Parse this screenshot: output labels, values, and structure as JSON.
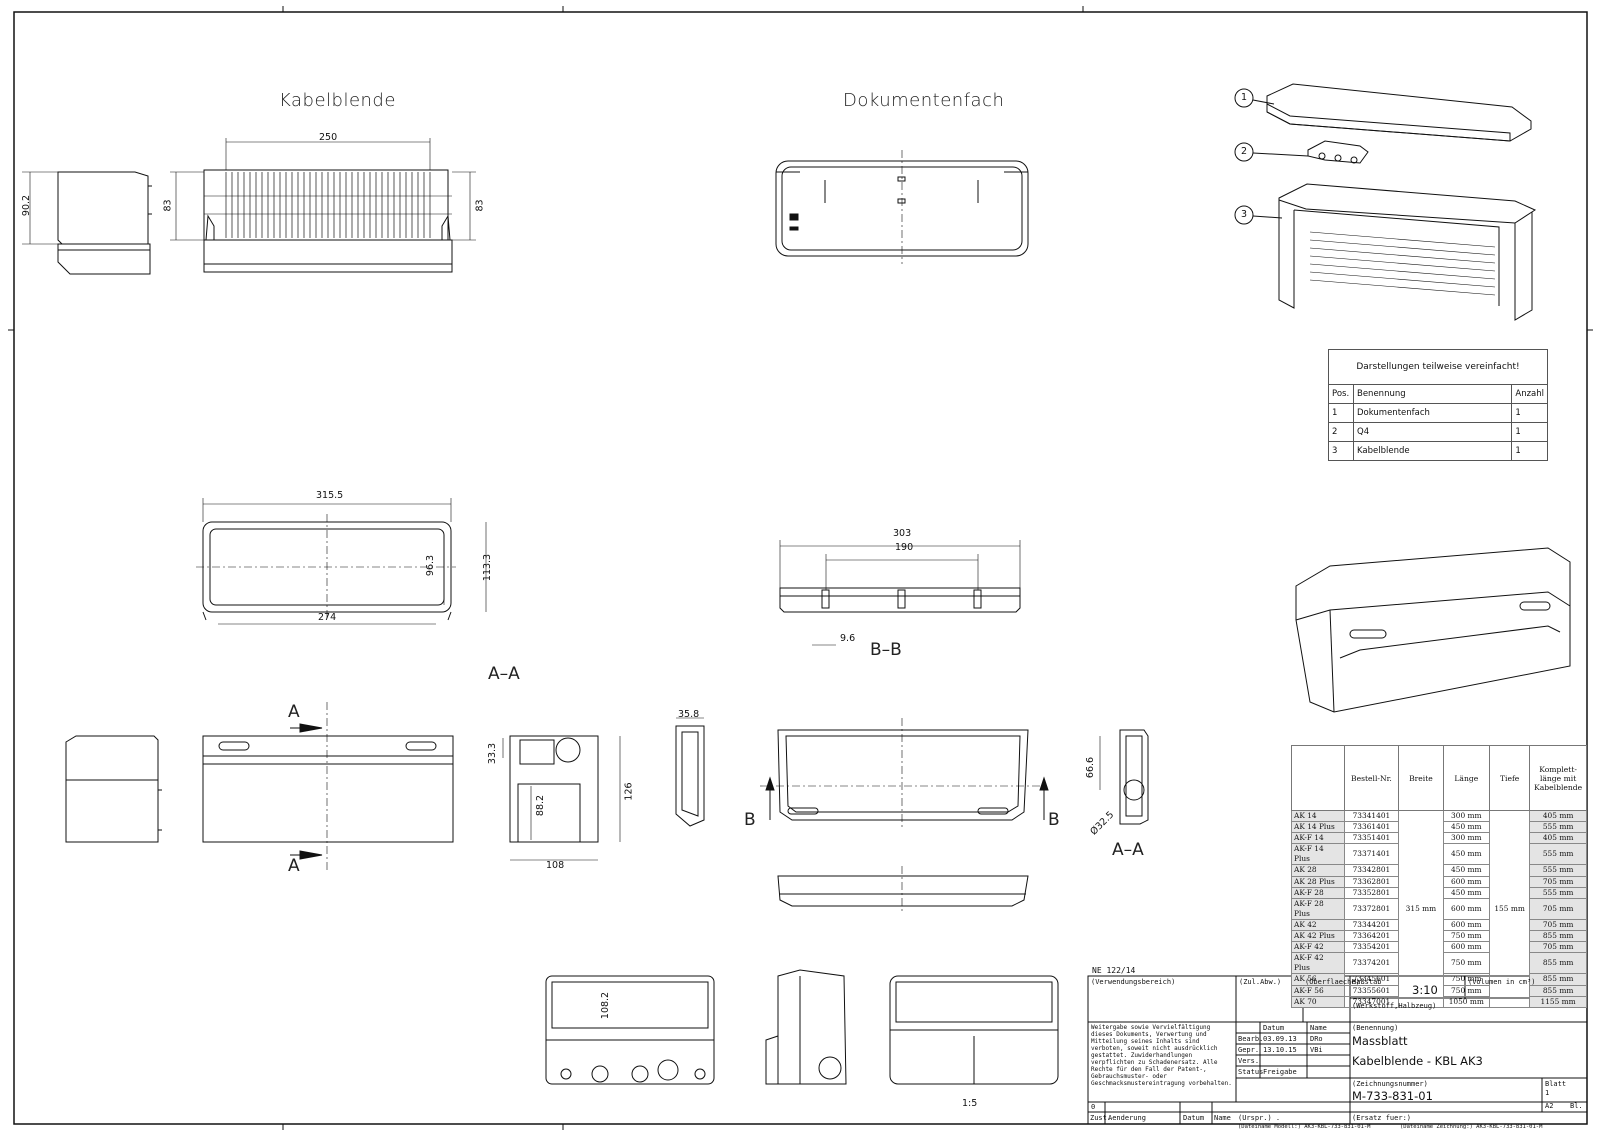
{
  "views": {
    "kabelblende_title": "Kabelblende",
    "dokumentenfach_title": "Dokumentenfach",
    "section_aa_1": "A–A",
    "section_aa_2": "A–A",
    "section_bb": "B–B",
    "arrow_a": "A",
    "arrow_b": "B",
    "scale_detail": "1:5"
  },
  "dimensions": {
    "d250": "250",
    "d90_2": "90.2",
    "d83a": "83",
    "d83b": "83",
    "d315_5": "315.5",
    "d274": "274",
    "d96_3": "96.3",
    "d113_3": "113.3",
    "d303": "303",
    "d190": "190",
    "d9_6": "9.6",
    "d35_8": "35.8",
    "d33_3": "33.3",
    "d88_2": "88.2",
    "d126": "126",
    "d108": "108",
    "d66_6": "66.6",
    "d32_5": "Ø32.5",
    "d108_2": "108.2"
  },
  "callouts": [
    "1",
    "2",
    "3"
  ],
  "parts_list": {
    "caption": "Darstellungen teilweise vereinfacht!",
    "headers": [
      "Pos.",
      "Benennung",
      "Anzahl"
    ],
    "rows": [
      [
        "1",
        "Dokumentenfach",
        "1"
      ],
      [
        "2",
        "Q4",
        "1"
      ],
      [
        "3",
        "Kabelblende",
        "1"
      ]
    ]
  },
  "variants_table": {
    "headers": [
      "",
      "Bestell-Nr.",
      "Breite",
      "Länge",
      "Tiefe",
      "Komplett-länge mit Kabelblende"
    ],
    "shared_breite": "315 mm",
    "shared_tiefe": "155 mm",
    "rows": [
      [
        "AK 14",
        "73341401",
        "300 mm",
        "405 mm"
      ],
      [
        "AK 14 Plus",
        "73361401",
        "450 mm",
        "555 mm"
      ],
      [
        "AK-F 14",
        "73351401",
        "300 mm",
        "405 mm"
      ],
      [
        "AK-F 14 Plus",
        "73371401",
        "450 mm",
        "555 mm"
      ],
      [
        "AK 28",
        "73342801",
        "450 mm",
        "555 mm"
      ],
      [
        "AK 28 Plus",
        "73362801",
        "600 mm",
        "705 mm"
      ],
      [
        "AK-F 28",
        "73352801",
        "450 mm",
        "555 mm"
      ],
      [
        "AK-F 28 Plus",
        "73372801",
        "600 mm",
        "705 mm"
      ],
      [
        "AK 42",
        "73344201",
        "600 mm",
        "705 mm"
      ],
      [
        "AK 42 Plus",
        "73364201",
        "750 mm",
        "855 mm"
      ],
      [
        "AK-F 42",
        "73354201",
        "600 mm",
        "705 mm"
      ],
      [
        "AK-F 42 Plus",
        "73374201",
        "750 mm",
        "855 mm"
      ],
      [
        "AK 56",
        "73345601",
        "750 mm",
        "855 mm"
      ],
      [
        "AK-F 56",
        "73355601",
        "750 mm",
        "855 mm"
      ],
      [
        "AK 70",
        "73347001",
        "1050 mm",
        "1155 mm"
      ]
    ]
  },
  "title_block": {
    "ne": "NE 122/14",
    "verwendungsbereich": "(Verwendungsbereich)",
    "zul_abw": "(Zul.Abw.)",
    "oberflaeche": "(Oberflaeche)",
    "massstab_label": "Maßstab",
    "massstab": "3:10",
    "volumen": "(Volumen in cm³)",
    "werkstoff": "(Werkstoff,Halbzeug)",
    "notice": "Weitergabe sowie Vervielfältigung dieses Dokuments, Verwertung und Mitteilung seines Inhalts sind verboten, soweit nicht ausdrücklich gestattet. Zuwiderhandlungen verpflichten zu Schadenersatz. Alle Rechte für den Fall der Patent-, Gebrauchsmuster- oder Geschmacksmustereintragung vorbehalten.",
    "datum_label": "Datum",
    "name_label": "Name",
    "bearb_label": "Bearb.",
    "bearb_datum": "03.09.13",
    "bearb_name": "DRo",
    "gepr_label": "Gepr.",
    "gepr_datum": "13.10.15",
    "gepr_name": "VBi",
    "vers_label": "Vers.",
    "status_label": "Status",
    "status": "Freigabe",
    "benennung_label": "(Benennung)",
    "title1": "Massblatt",
    "title2": "Kabelblende - KBL AK3",
    "zeichnungsnummer_label": "(Zeichnungsnummer)",
    "zeichnungsnummer": "M-733-831-01",
    "blatt_label": "Blatt",
    "blatt": "1",
    "format": "A2",
    "bl": "Bl.",
    "rev": "0",
    "zust": "Zust.",
    "aenderung": "Aenderung",
    "datum2": "Datum",
    "name2": "Name",
    "urspr": "(Urspr.) .",
    "ersatz": "(Ersatz fuer:)",
    "dateiname_modell": "(Dateiname Modell:) AK3-KBL-733-831-01-M",
    "dateiname_zeichnung": "(Dateiname Zeichnung:) AK3-KBL-733-831-01-M"
  }
}
